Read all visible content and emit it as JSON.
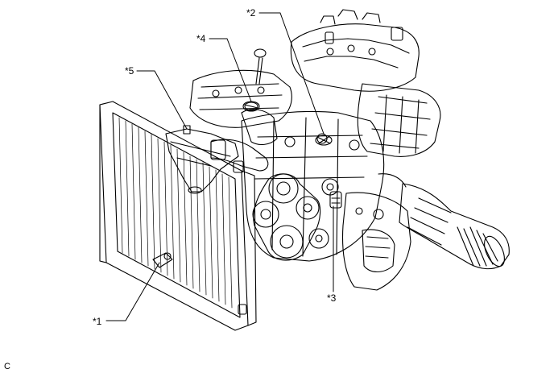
{
  "callouts": {
    "c1": "*1",
    "c2": "*2",
    "c3": "*3",
    "c4": "*4",
    "c5": "*5"
  },
  "figure_code": "C",
  "colors": {
    "line": "#000000",
    "background": "#ffffff"
  }
}
